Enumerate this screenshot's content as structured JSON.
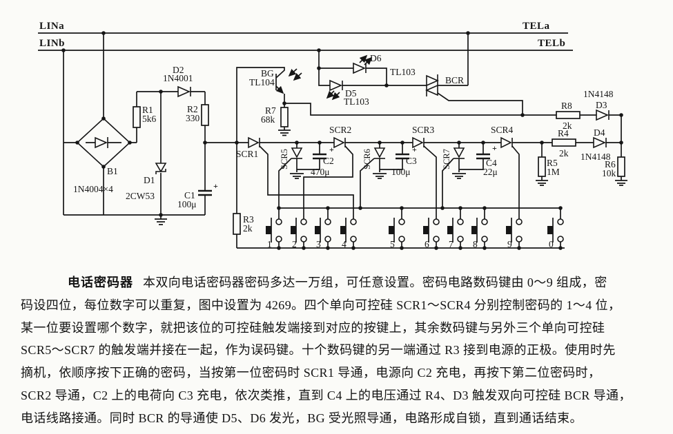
{
  "diagram": {
    "rails": {
      "lina": "LINa",
      "linb": "LINb",
      "tela": "TELa",
      "telb": "TELb"
    },
    "labels": {
      "b1": "B1",
      "b1_val": "1N4004×4",
      "d1": "D1",
      "d1_val": "2CW53",
      "d2": "D2",
      "d2_val": "1N4001",
      "r1": "R1",
      "r1_val": "5k6",
      "r2": "R2",
      "r2_val": "330",
      "c1": "C1",
      "c1_val": "100μ",
      "bg": "BG",
      "bg_val": "TL104",
      "r7": "R7",
      "r7_val": "68k",
      "d5": "D5",
      "d6": "D6",
      "tl103": "TL103",
      "bcr": "BCR",
      "scr1": "SCR1",
      "scr2": "SCR2",
      "scr3": "SCR3",
      "scr4": "SCR4",
      "scr5": "SCR5",
      "scr6": "SCR6",
      "scr7": "SCR7",
      "c2": "C2",
      "c2_val": "470μ",
      "c3": "C3",
      "c3_val": "100μ",
      "c4": "C4",
      "c4_val": "22μ",
      "r3": "R3",
      "r3_val": "2k",
      "r8": "R8",
      "r8_val": "2k",
      "r4": "R4",
      "r4_val": "2k",
      "d3": "D3",
      "d4": "D4",
      "in4148": "1N4148",
      "r5": "R5",
      "r5_val": "1M",
      "r6": "R6",
      "r6_val": "10k",
      "plus": "+"
    },
    "keypad": [
      "1",
      "2",
      "3",
      "4",
      "5",
      "6",
      "7",
      "8",
      "9",
      "0"
    ]
  },
  "description": {
    "title": "电话密码器",
    "line1_rest": "本双向电话密码器密码多达一万组，可任意设置。密码电路数码键由 0～9 组成，密",
    "lines": [
      "码设四位，每位数字可以重复，图中设置为 4269。四个单向可控硅 SCR1～SCR4 分别控制密码的 1～4 位，",
      "某一位要设置哪个数字，就把该位的可控硅触发端接到对应的按键上，其余数码键与另外三个单向可控硅",
      "SCR5～SCR7 的触发端并接在一起，作为误码键。十个数码键的另一端通过 R3 接到电源的正极。使用时先",
      "摘机，依顺序按下正确的密码，当按第一位密码时 SCR1 导通，电源向 C2 充电，再按下第二位密码时，",
      "SCR2 导通，C2 上的电荷向 C3 充电，依次类推，直到 C4 上的电压通过 R4、D3 触发双向可控硅 BCR 导通，",
      "电话线路接通。同时 BCR 的导通使 D5、D6 发光，BG 受光照导通，电路形成自锁，直到通话结束。"
    ]
  }
}
